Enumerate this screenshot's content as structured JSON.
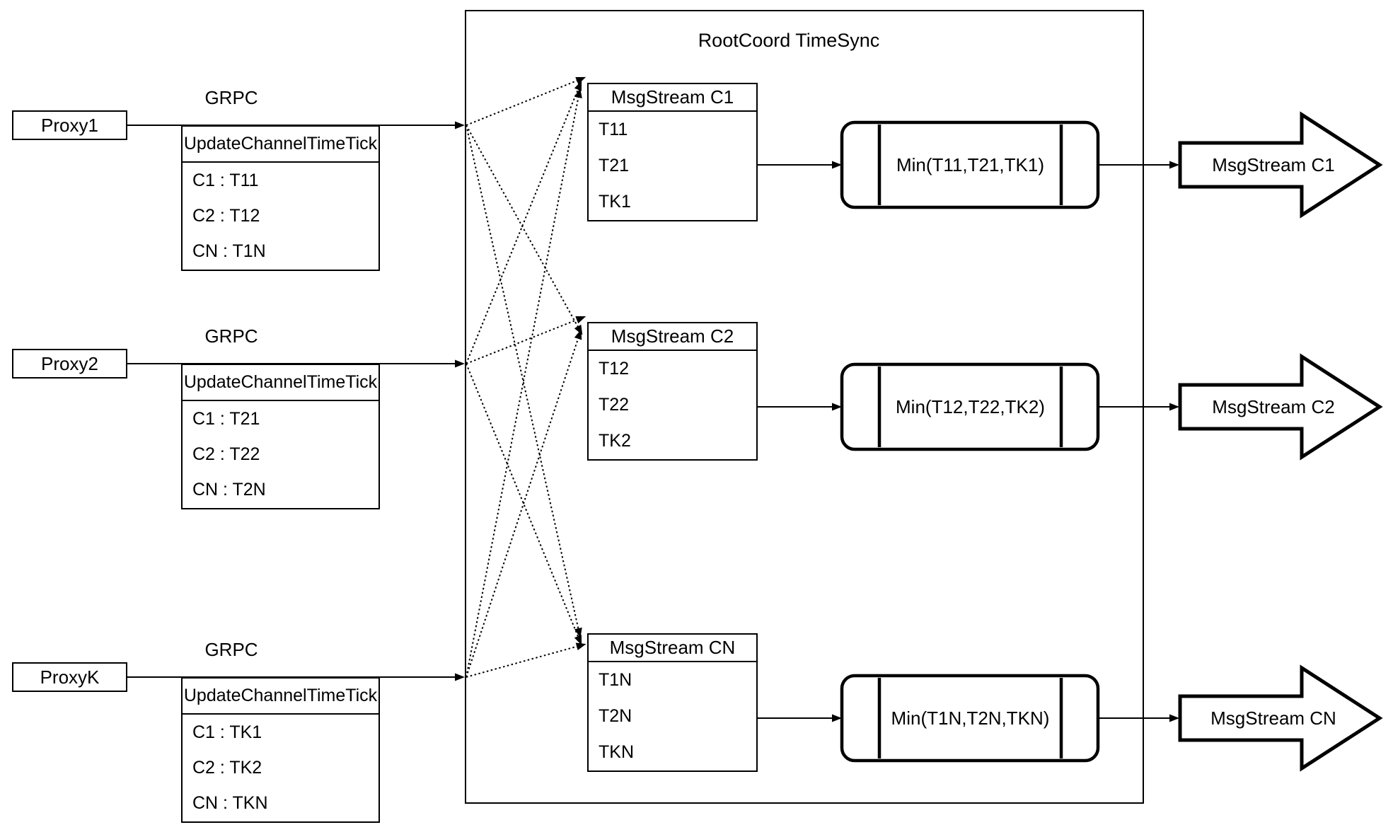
{
  "container": {
    "title": "RootCoord TimeSync"
  },
  "grpc_label": "GRPC",
  "update_table_header": "UpdateChannelTimeTick",
  "proxies": [
    {
      "name": "Proxy1",
      "rows": [
        "C1 :  T11",
        "C2 :  T12",
        "CN : T1N"
      ]
    },
    {
      "name": "Proxy2",
      "rows": [
        "C1 :  T21",
        "C2 :  T22",
        "CN : T2N"
      ]
    },
    {
      "name": "ProxyK",
      "rows": [
        "C1 :  TK1",
        "C2 :  TK2",
        "CN : TKN"
      ]
    }
  ],
  "streams": [
    {
      "title": "MsgStream C1",
      "rows": [
        "T11",
        "T21",
        "TK1"
      ],
      "min_label": "Min(T11,T21,TK1)",
      "out_label": "MsgStream C1"
    },
    {
      "title": "MsgStream C2",
      "rows": [
        "T12",
        "T22",
        "TK2"
      ],
      "min_label": "Min(T12,T22,TK2)",
      "out_label": "MsgStream C2"
    },
    {
      "title": "MsgStream CN",
      "rows": [
        "T1N",
        "T2N",
        "TKN"
      ],
      "min_label": "Min(T1N,T2N,TKN)",
      "out_label": "MsgStream CN"
    }
  ],
  "colors": {
    "line": "#000000",
    "background": "#ffffff"
  }
}
